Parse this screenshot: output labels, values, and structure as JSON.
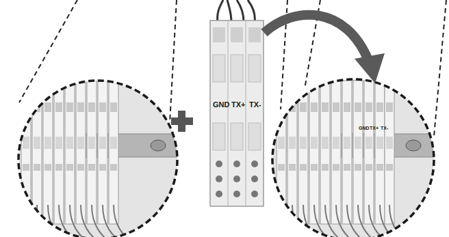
{
  "diagram": {
    "labels": [
      "GND",
      "TX+",
      "TX-",
      "GND",
      "TX+",
      "TX-"
    ]
  }
}
